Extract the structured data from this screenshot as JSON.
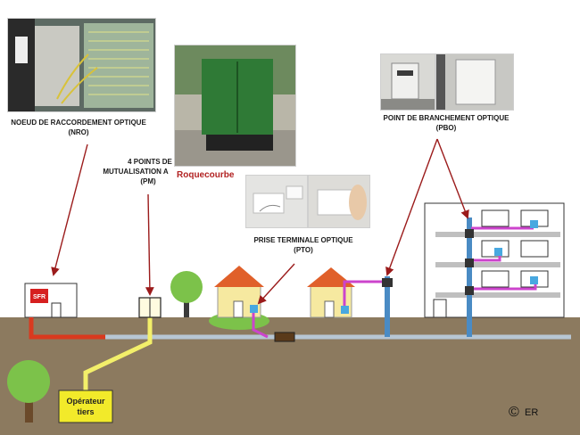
{
  "labels": {
    "nro_line1": "NOEUD DE RACCORDEMENT OPTIQUE",
    "nro_line2": "(NRO)",
    "pm_line1": "4 POINTS DE",
    "pm_line2": "MUTUALISATION A",
    "pm_line3": "(PM)",
    "roquecourbe": "Roquecourbe",
    "pto_line1": "PRISE TERMINALE OPTIQUE",
    "pto_line2": "(PTO)",
    "pbo_line1": "POINT DE BRANCHEMENT OPTIQUE",
    "pbo_line2": "(PBO)",
    "sfr": "SFR",
    "operateur_line1": "Opérateur",
    "operateur_line2": "tiers",
    "copyright": "©",
    "author": "ER"
  },
  "colors": {
    "cable_nro": "#d93a1f",
    "cable_operator": "#f3ef6a",
    "cable_main": "#b7c6d3",
    "cable_blue": "#4a8bc4",
    "cable_drop": "#cc44cc",
    "ground": "#8c7a5f",
    "cabinet_green": "#2f7a36",
    "arrow": "#9b1b1b"
  }
}
